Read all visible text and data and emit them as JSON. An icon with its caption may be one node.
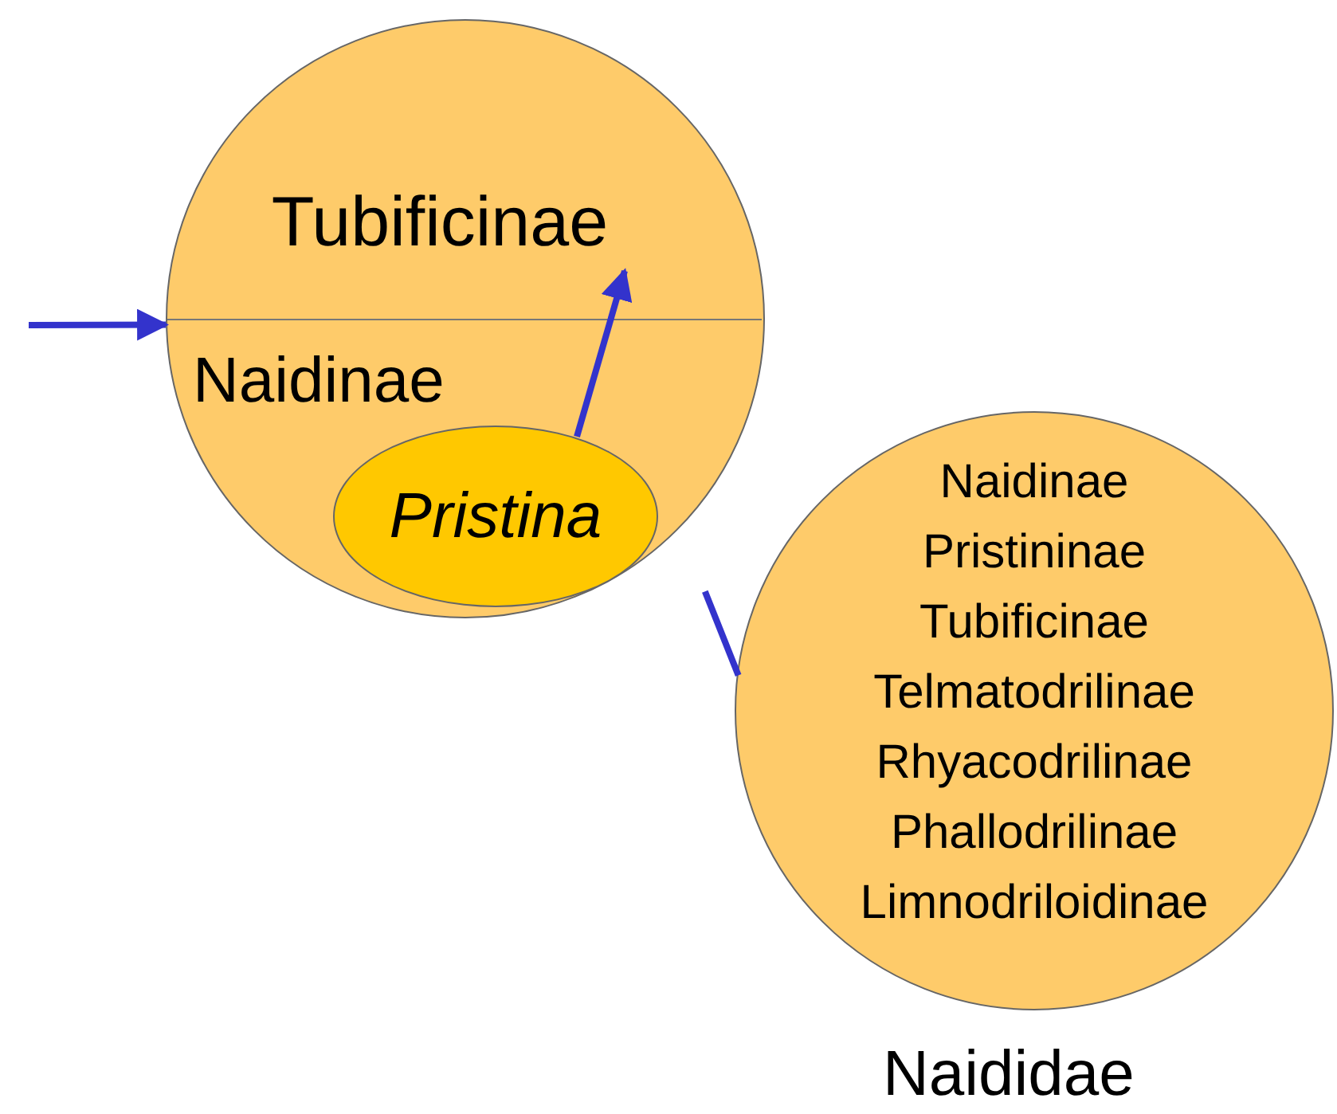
{
  "diagram": {
    "nodes": [
      {
        "text": [],
        "shape": "circle"
      },
      {
        "text": [
          "Tubificinae"
        ],
        "in": 0
      },
      {
        "text": [
          "Naidinae"
        ],
        "in": 0
      },
      {
        "text": [
          "Pristina"
        ],
        "in": 0
      },
      {
        "text": [
          "Naidinae",
          "Pristininae",
          "Tubificinae",
          "Telmatodrilinae",
          "Rhyacodrilinae",
          "Phallodrilinae",
          "Limnodriloidinae"
        ],
        "beside": [
          "Naididae"
        ]
      }
    ],
    "edges": [
      {
        "from": null,
        "to": 0,
        "arrow": "to"
      },
      {
        "from": 3,
        "to": 1,
        "arrow": "to"
      },
      {
        "from": 0,
        "to": 4,
        "arrow": "none"
      }
    ]
  }
}
